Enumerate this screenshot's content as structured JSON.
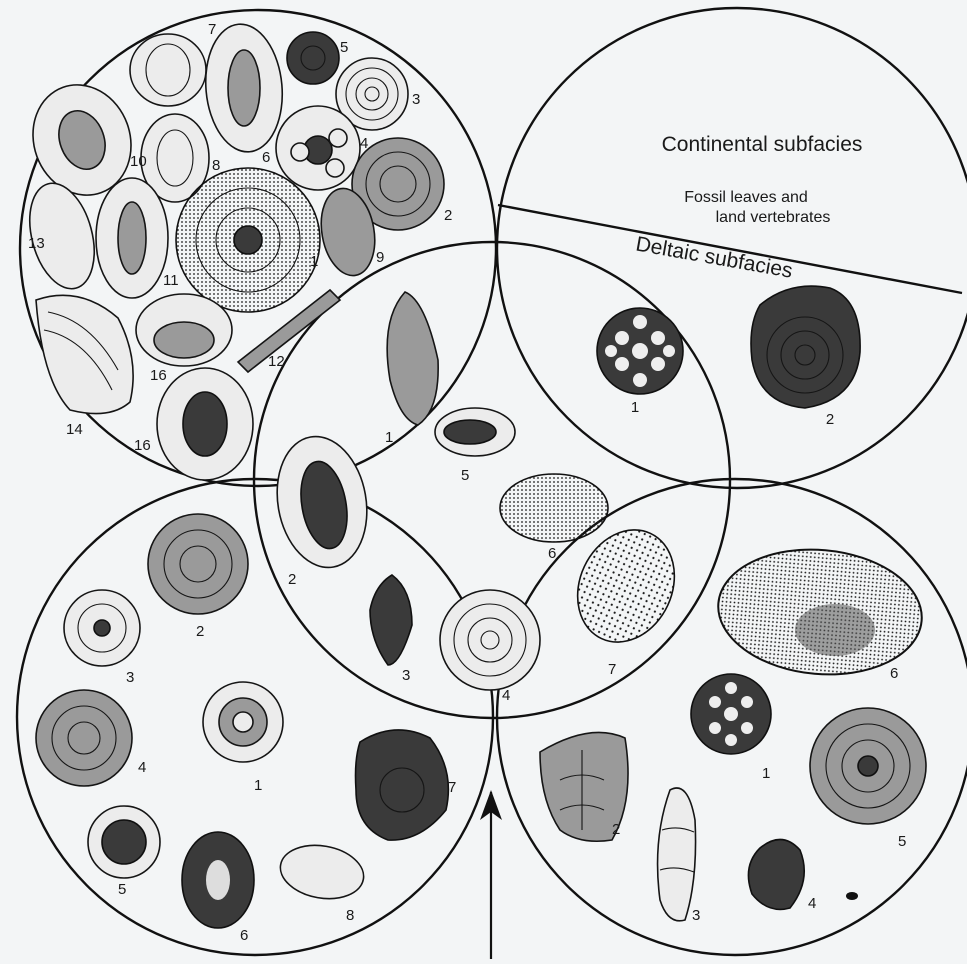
{
  "colors": {
    "ink": "#111111",
    "paper": "#f3f5f6"
  },
  "continental": {
    "title": "Continental subfacies",
    "desc_line1": "Fossil leaves and",
    "desc_line2": "land vertebrates"
  },
  "deltaic": {
    "title": "Deltaic subfacies",
    "labels": [
      "1",
      "2"
    ]
  },
  "top_left": {
    "labels": [
      "7",
      "5",
      "3",
      "10",
      "8",
      "6",
      "4",
      "2",
      "13",
      "11",
      "1",
      "9",
      "12",
      "16",
      "14",
      "16"
    ]
  },
  "center": {
    "labels": [
      "1",
      "5",
      "2",
      "6",
      "3",
      "4",
      "7"
    ]
  },
  "bottom_left": {
    "labels": [
      "2",
      "3",
      "4",
      "1",
      "7",
      "5",
      "6",
      "8"
    ]
  },
  "bottom_right": {
    "labels": [
      "6",
      "1",
      "2",
      "5",
      "3",
      "4"
    ]
  },
  "arrow": {
    "icon": "arrow-up-icon"
  }
}
